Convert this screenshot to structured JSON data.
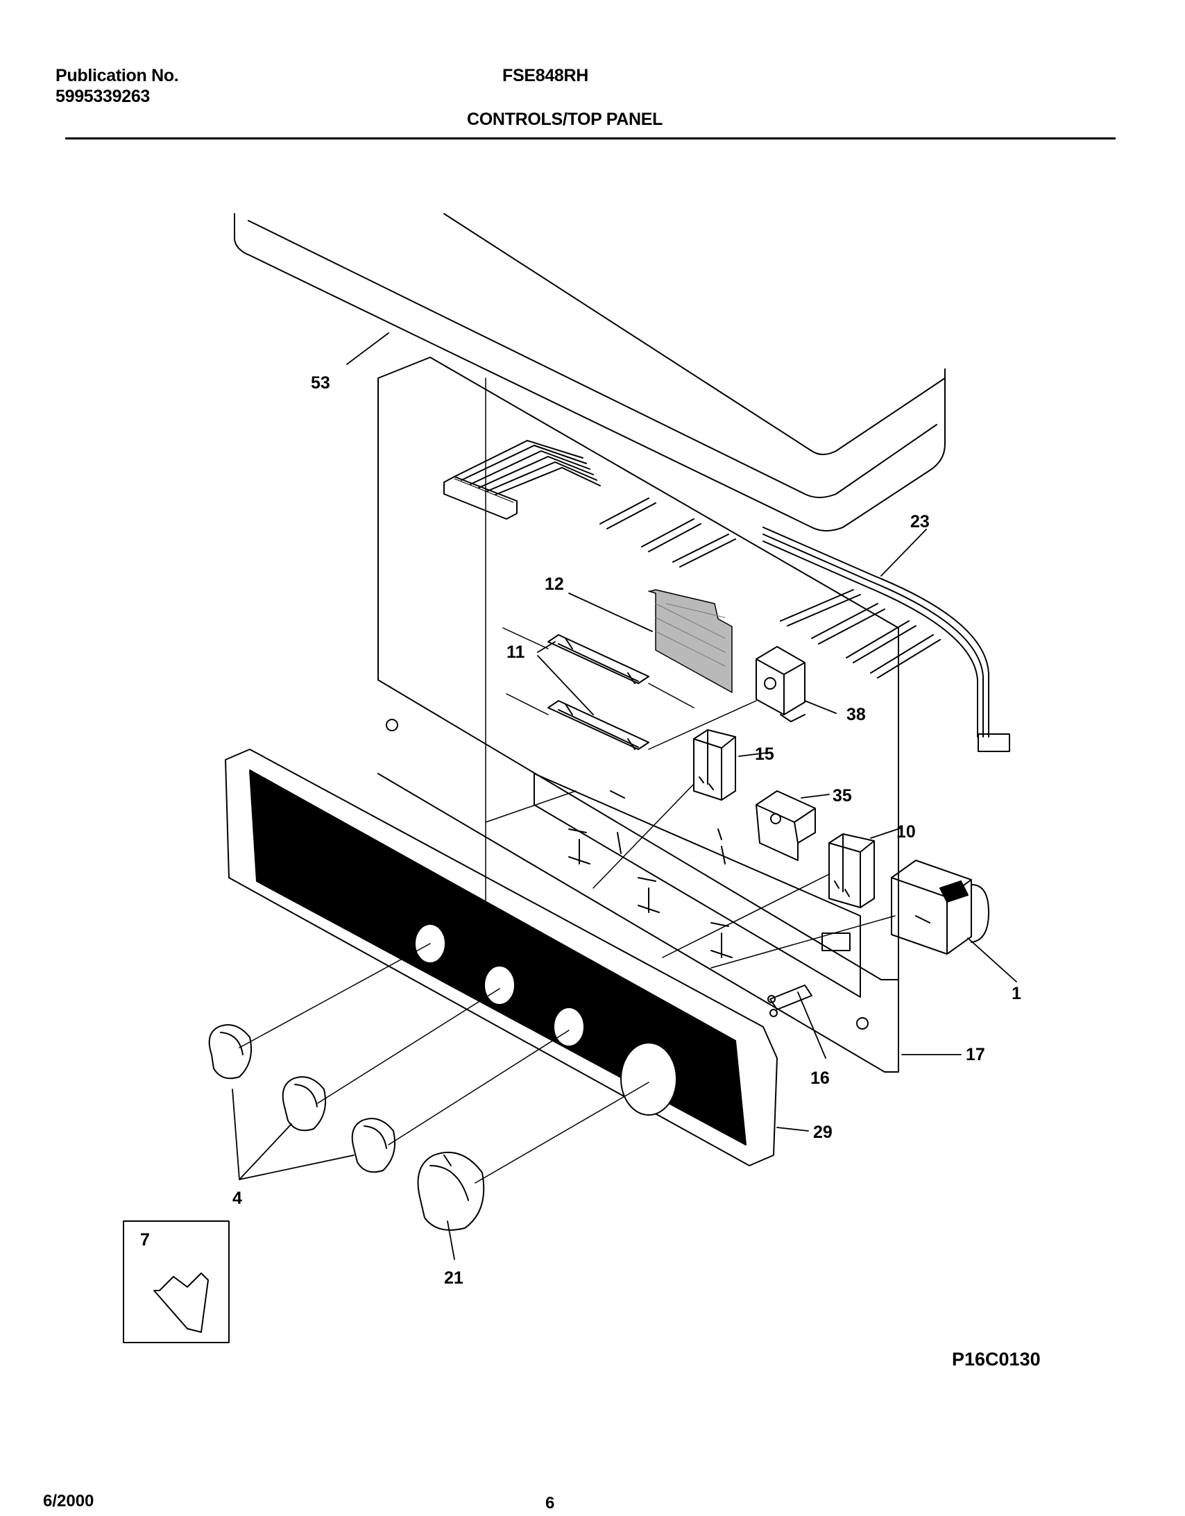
{
  "header": {
    "publication_label": "Publication No.",
    "publication_number": "5995339263",
    "model": "FSE848RH",
    "section_title": "CONTROLS/TOP PANEL"
  },
  "diagram": {
    "callouts": {
      "c53": "53",
      "c23": "23",
      "c12": "12",
      "c11": "11",
      "c38": "38",
      "c15": "15",
      "c35": "35",
      "c10": "10",
      "c1": "1",
      "c17": "17",
      "c16": "16",
      "c29": "29",
      "c4": "4",
      "c7": "7",
      "c21": "21"
    },
    "drawing_id": "P16C0130"
  },
  "footer": {
    "date": "6/2000",
    "page": "6"
  }
}
